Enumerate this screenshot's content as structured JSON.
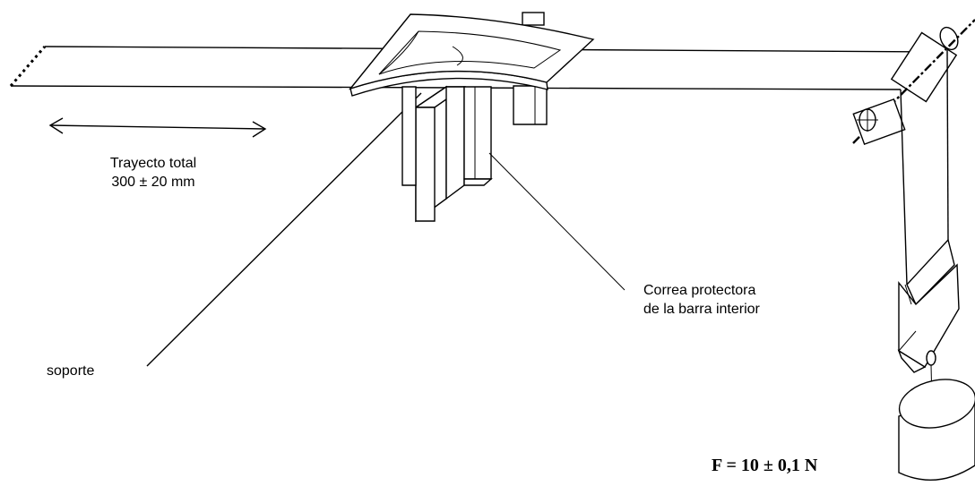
{
  "labels": {
    "travel_line1": "Trayecto total",
    "travel_line2": "300 ± 20 mm",
    "strap_line1": "Correa protectora",
    "strap_line2": "de la barra interior",
    "support": "soporte",
    "force": "F = 10 ± 0,1 N"
  }
}
